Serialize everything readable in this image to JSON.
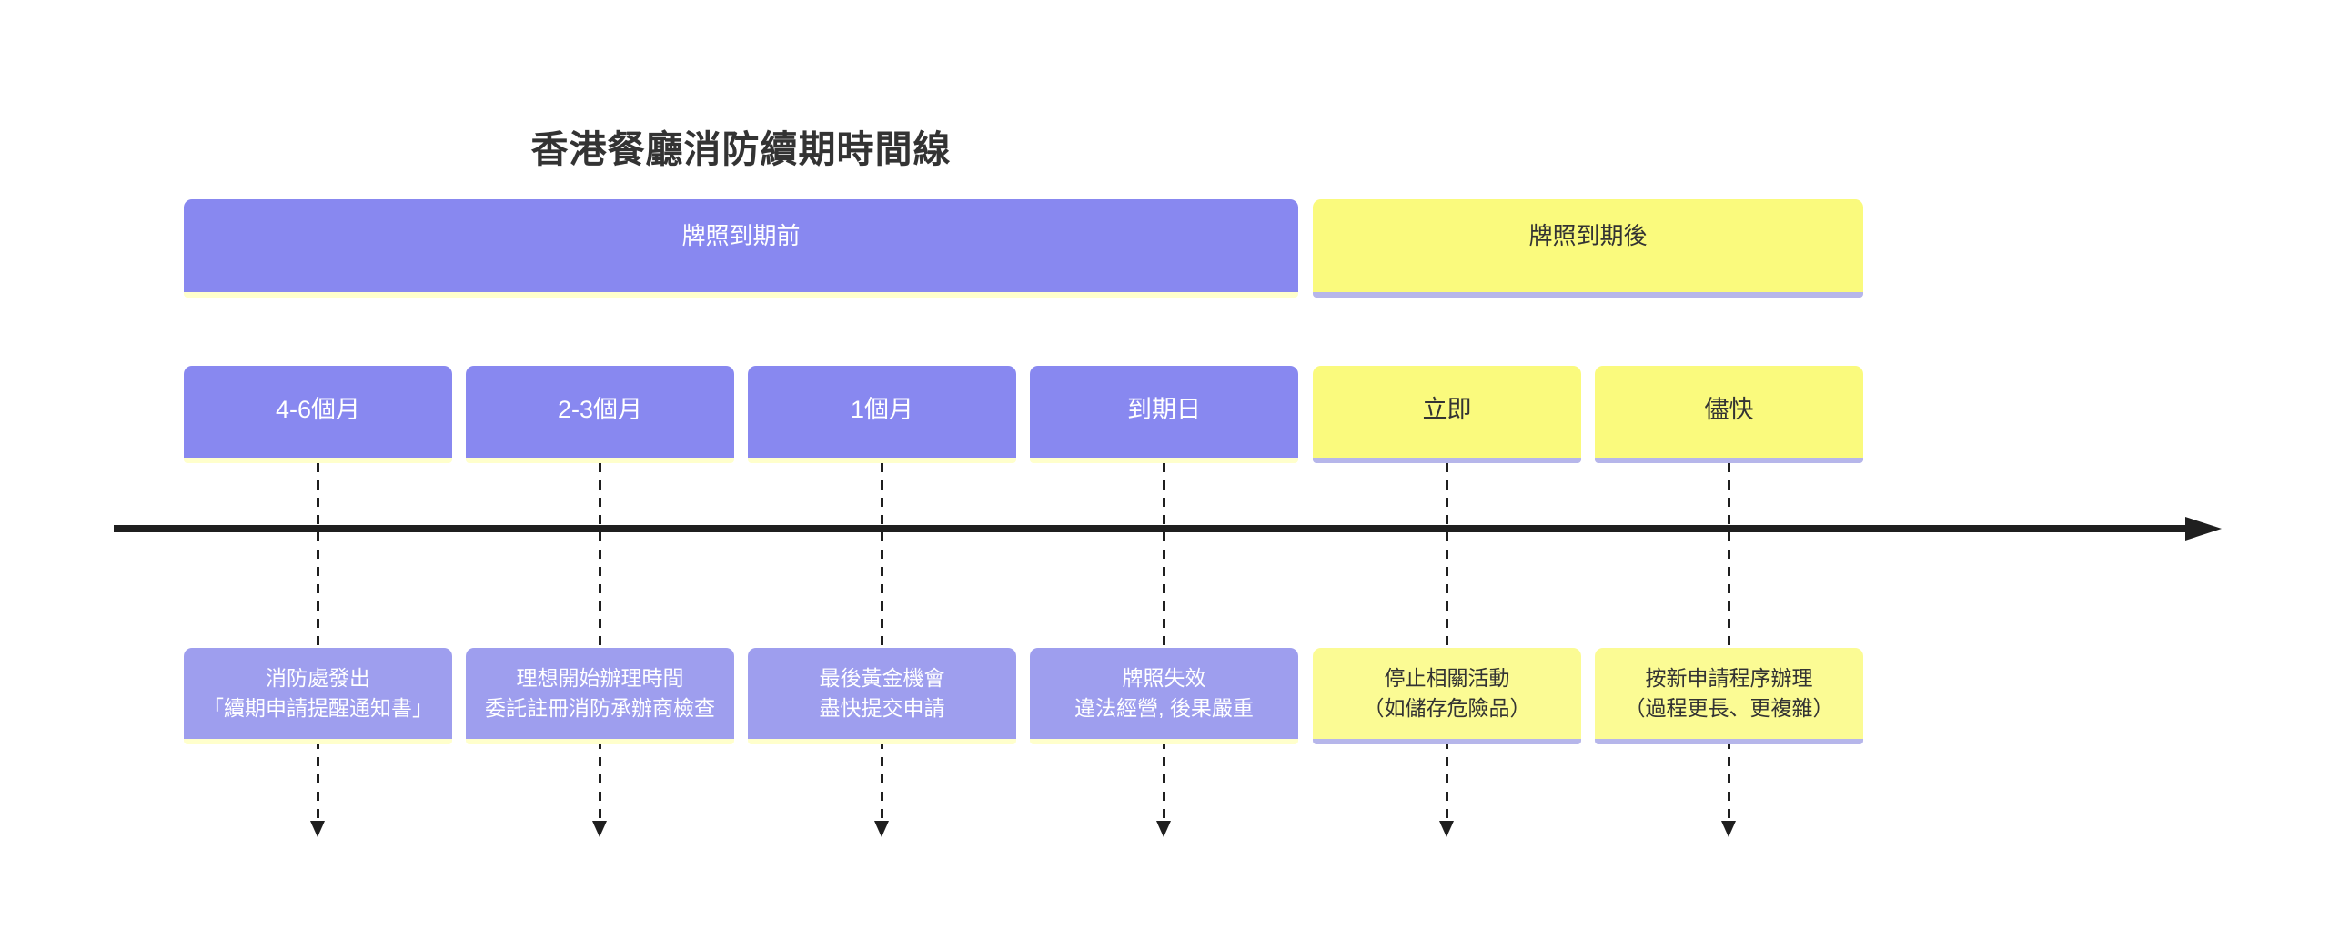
{
  "title": "香港餐廳消防續期時間線",
  "colors": {
    "purple": "#8888f0",
    "purpleLight": "#9e9eee",
    "yellow": "#fafa7d",
    "yellowLight": "#fbfb94",
    "stripYellow": "#ffffcc",
    "stripPurple": "#b6b6ea",
    "axis": "#1f1f1f",
    "text": "#333333"
  },
  "sections": [
    {
      "label": "牌照到期前"
    },
    {
      "label": "牌照到期後"
    }
  ],
  "milestones": [
    {
      "time": "4-6個月",
      "desc1": "消防處發出",
      "desc2": "「續期申請提醒通知書」"
    },
    {
      "time": "2-3個月",
      "desc1": "理想開始辦理時間",
      "desc2": "委託註冊消防承辦商檢查"
    },
    {
      "time": "1個月",
      "desc1": "最後黃金機會",
      "desc2": "盡快提交申請"
    },
    {
      "time": "到期日",
      "desc1": "牌照失效",
      "desc2": "違法經營, 後果嚴重"
    },
    {
      "time": "立即",
      "desc1": "停止相關活動",
      "desc2": "（如儲存危險品）"
    },
    {
      "time": "儘快",
      "desc1": "按新申請程序辦理",
      "desc2": "（過程更長、更複雜）"
    }
  ]
}
